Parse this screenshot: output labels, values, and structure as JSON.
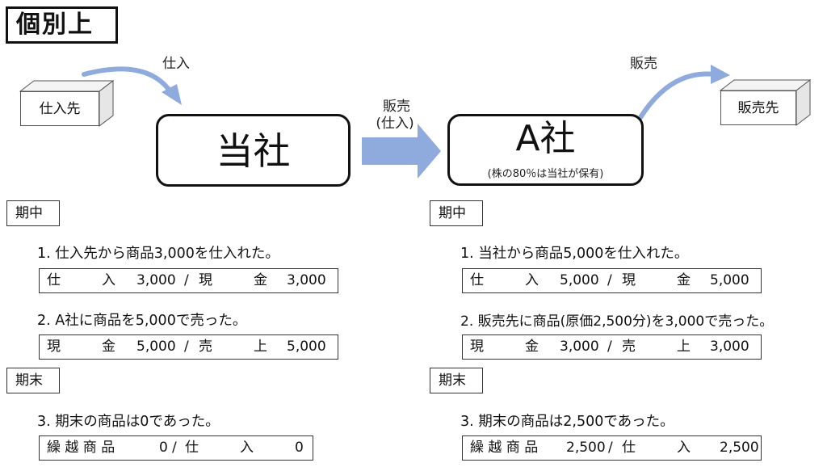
{
  "title": "個別上",
  "flow": {
    "supplier": "仕入先",
    "customer": "販売先",
    "purchase_label": "仕入",
    "sale_label_right": "販売",
    "center_label_line1": "販売",
    "center_label_line2": "(仕入)"
  },
  "companies": {
    "own": {
      "name": "当社"
    },
    "a": {
      "name": "A社",
      "note": "(株の80％は当社が保有)"
    }
  },
  "left": {
    "period_during": "期中",
    "item1": "1. 仕入先から商品3,000を仕入れた。",
    "entry1": {
      "debit_account": "仕　　　入",
      "debit_amount": "3,000",
      "slash": "/",
      "credit_account": "現　　　金",
      "credit_amount": "3,000"
    },
    "item2": "2. A社に商品を5,000で売った。",
    "entry2": {
      "debit_account": "現　　　金",
      "debit_amount": "5,000",
      "slash": "/",
      "credit_account": "売　　　上",
      "credit_amount": "5,000"
    },
    "period_end": "期末",
    "item3": "3. 期末の商品は0であった。",
    "entry3": {
      "debit_account": "繰 越 商 品",
      "debit_amount": "0",
      "slash": "/",
      "credit_account": "仕　　　入",
      "credit_amount": "0"
    }
  },
  "right": {
    "period_during": "期中",
    "item1": "1. 当社から商品5,000を仕入れた。",
    "entry1": {
      "debit_account": "仕　　　入",
      "debit_amount": "5,000",
      "slash": "/",
      "credit_account": "現　　　金",
      "credit_amount": "5,000"
    },
    "item2": "2. 販売先に商品(原価2,500分)を3,000で売った。",
    "entry2": {
      "debit_account": "現　　　金",
      "debit_amount": "3,000",
      "slash": "/",
      "credit_account": "売　　　上",
      "credit_amount": "3,000"
    },
    "period_end": "期末",
    "item3": "3. 期末の商品は2,500であった。",
    "entry3": {
      "debit_account": "繰 越 商 品",
      "debit_amount": "2,500",
      "slash": "/",
      "credit_account": "仕　　　入",
      "credit_amount": "2,500"
    }
  },
  "colors": {
    "arrow": "#8faadc",
    "border": "#111111"
  }
}
